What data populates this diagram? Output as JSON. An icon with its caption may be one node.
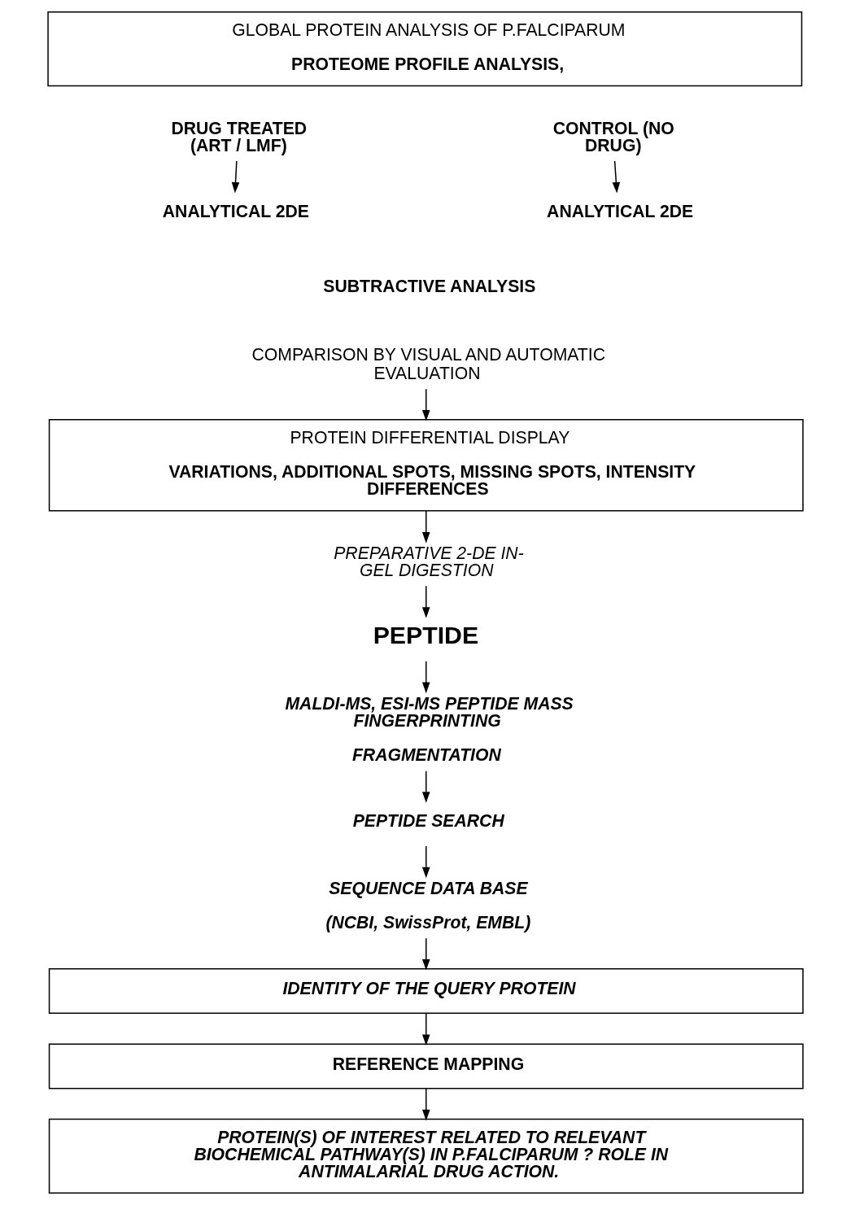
{
  "diagram": {
    "nodes": [
      {
        "text": [
          "GLOBAL PROTEIN ANALYSIS OF P.FALCIPARUM",
          "PROTEOME PROFILE ANALYSIS,"
        ]
      },
      {
        "text": [
          "DRUG TREATED (ART / LMF)"
        ]
      },
      {
        "text": [
          "ANALYTICAL 2DE"
        ]
      },
      {
        "text": [
          "CONTROL (NO DRUG)"
        ]
      },
      {
        "text": [
          "ANALYTICAL 2DE"
        ]
      },
      {
        "text": [
          "COMPARISON BY VISUAL AND AUTOMATIC EVALUATION"
        ]
      },
      {
        "text": [
          "PROTEIN DIFFERENTIAL DISPLAY",
          "VARIATIONS, ADDITIONAL SPOTS, MISSING SPOTS, INTENSITY DIFFERENCES"
        ]
      },
      {
        "text": [
          "PREPARATIVE 2-DE IN-GEL DIGESTION"
        ]
      },
      {
        "text": [
          "PEPTIDE"
        ]
      },
      {
        "text": [
          "MALDI-MS, ESI-MS PEPTIDE MASS FINGERPRINTING",
          "FRAGMENTATION"
        ]
      },
      {
        "text": [
          "PEPTIDE SEARCH"
        ]
      },
      {
        "text": [
          "SEQUENCE DATA BASE",
          "(NCBI, SwissProt, EMBL)"
        ]
      },
      {
        "text": [
          "IDENTITY OF THE QUERY PROTEIN"
        ]
      },
      {
        "text": [
          "REFERENCE MAPPING"
        ]
      },
      {
        "text": [
          "PROTEIN(S) OF INTEREST RELATED TO RELEVANT BIOCHEMICAL PATHWAY(S) IN P.FALCIPARUM ? ROLE IN ANTIMALARIAL DRUG ACTION."
        ]
      }
    ],
    "edges": [
      {
        "from": 1,
        "to": 2,
        "arrow": "to"
      },
      {
        "from": 3,
        "to": 4,
        "arrow": "to"
      },
      {
        "from": 5,
        "to": 6,
        "arrow": "to"
      },
      {
        "from": 6,
        "to": 7,
        "arrow": "to"
      },
      {
        "from": 7,
        "to": 8,
        "arrow": "to"
      },
      {
        "from": 8,
        "to": 9,
        "arrow": "to"
      },
      {
        "from": 9,
        "to": 10,
        "arrow": "to"
      },
      {
        "from": 10,
        "to": 11,
        "arrow": "to"
      },
      {
        "from": 11,
        "to": 12,
        "arrow": "to"
      },
      {
        "from": 12,
        "to": 13,
        "arrow": "to"
      },
      {
        "from": 13,
        "to": 14,
        "arrow": "to"
      }
    ],
    "labels": [
      "SUBTRACTIVE ANALYSIS"
    ]
  }
}
